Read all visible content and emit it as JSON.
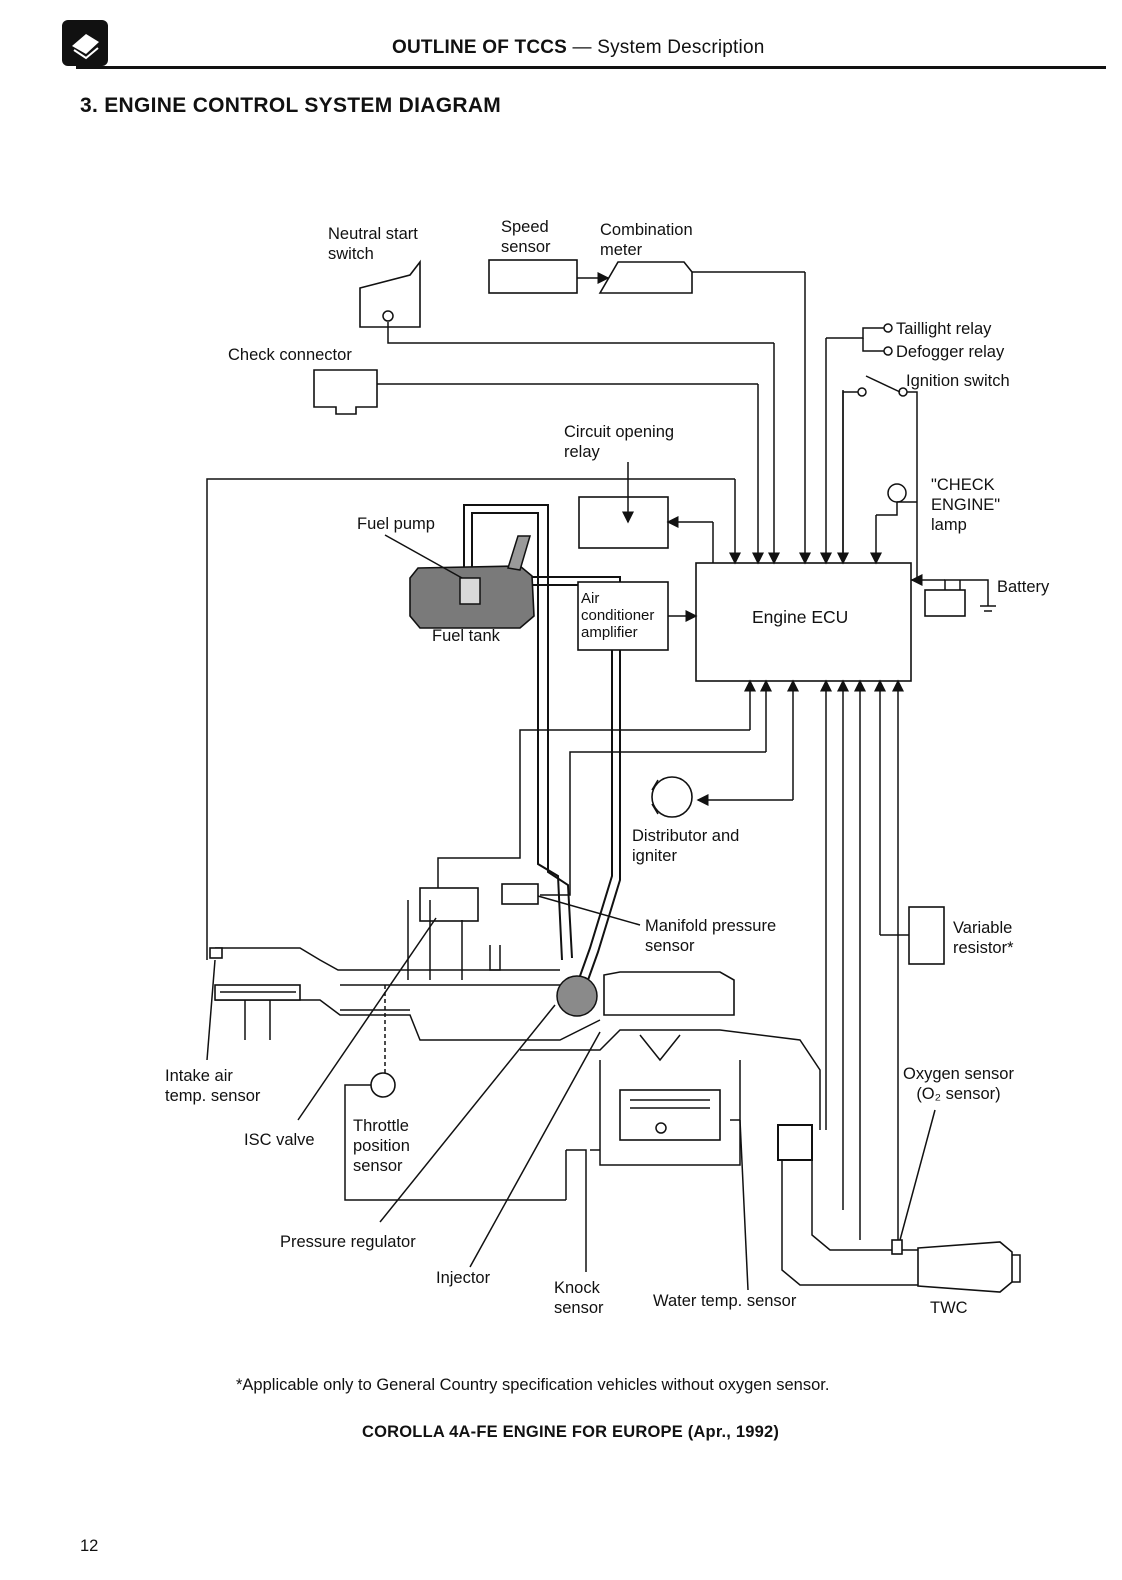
{
  "header": {
    "title_bold": "OUTLINE OF TCCS",
    "title_rest": " — System Description"
  },
  "section_title": "3. ENGINE CONTROL SYSTEM DIAGRAM",
  "labels": {
    "neutral_start_switch": [
      "Neutral start",
      "switch"
    ],
    "speed_sensor": [
      "Speed",
      "sensor"
    ],
    "combination_meter": [
      "Combination",
      "meter"
    ],
    "taillight_relay": "Taillight relay",
    "defogger_relay": "Defogger relay",
    "ignition_switch": "Ignition switch",
    "check_connector": "Check connector",
    "circuit_opening_relay": [
      "Circuit opening",
      "relay"
    ],
    "check_engine_lamp": [
      "\"CHECK",
      "ENGINE\"",
      "lamp"
    ],
    "fuel_pump": "Fuel pump",
    "battery": "Battery",
    "air_conditioner_amplifier": [
      "Air",
      "conditioner",
      "amplifier"
    ],
    "engine_ecu": "Engine ECU",
    "fuel_tank": "Fuel tank",
    "distributor_and_igniter": [
      "Distributor and",
      "igniter"
    ],
    "manifold_pressure_sensor": [
      "Manifold pressure",
      "sensor"
    ],
    "variable_resistor": [
      "Variable",
      "resistor*"
    ],
    "intake_air_temp_sensor": [
      "Intake air",
      "temp. sensor"
    ],
    "oxygen_sensor": [
      "Oxygen sensor",
      "(O₂ sensor)"
    ],
    "isc_valve": "ISC valve",
    "throttle_position_sensor": [
      "Throttle",
      "position",
      "sensor"
    ],
    "pressure_regulator": "Pressure regulator",
    "injector": "Injector",
    "knock_sensor": [
      "Knock",
      "sensor"
    ],
    "water_temp_sensor": "Water temp. sensor",
    "twc": "TWC"
  },
  "footnote": "*Applicable only to General Country specification vehicles without oxygen sensor.",
  "caption": "COROLLA 4A-FE ENGINE FOR EUROPE (Apr., 1992)",
  "page_number": "12"
}
